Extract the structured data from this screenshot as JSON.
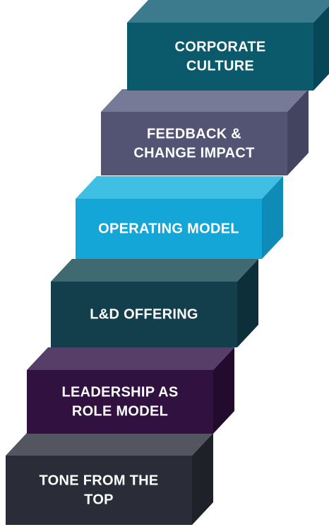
{
  "diagram": {
    "steps": [
      {
        "lines": [
          "TONE FROM THE",
          "TOP"
        ],
        "colors": {
          "top": "#53565e",
          "front": "#2a2c37",
          "side": "#1f2129"
        }
      },
      {
        "lines": [
          "LEADERSHIP AS",
          "ROLE MODEL"
        ],
        "colors": {
          "top": "#573e68",
          "front": "#31113f",
          "side": "#230b2e"
        }
      },
      {
        "lines": [
          "L&D OFFERING"
        ],
        "colors": {
          "top": "#3f6a72",
          "front": "#133f4c",
          "side": "#0c2f39"
        }
      },
      {
        "lines": [
          "OPERATING MODEL"
        ],
        "colors": {
          "top": "#40bfe5",
          "front": "#15a6d8",
          "side": "#0f8bb8"
        }
      },
      {
        "lines": [
          "FEEDBACK &",
          "CHANGE IMPACT"
        ],
        "colors": {
          "top": "#767a96",
          "front": "#535473",
          "side": "#43445f"
        }
      },
      {
        "lines": [
          "CORPORATE",
          "CULTURE"
        ],
        "colors": {
          "top": "#3b7b8d",
          "front": "#0a5a6c",
          "side": "#064656"
        }
      }
    ]
  }
}
